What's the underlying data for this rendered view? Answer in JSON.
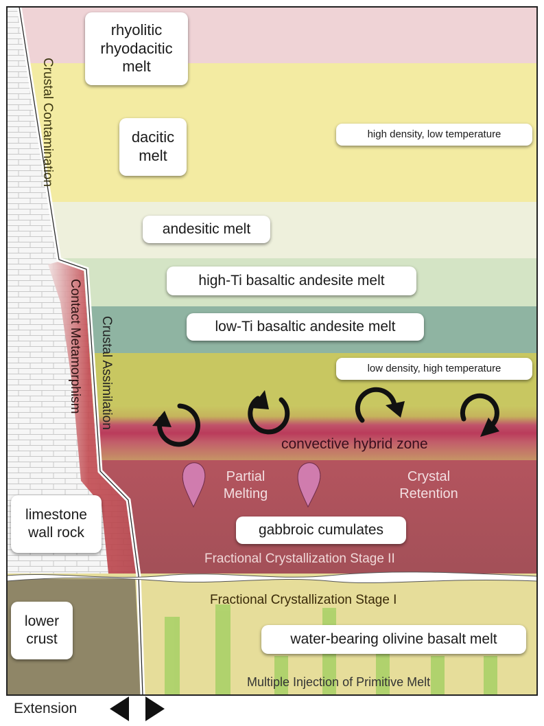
{
  "layers": {
    "rhyolitic": "rhyolitic\nrhyodacitic\nmelt",
    "dacitic": "dacitic\nmelt",
    "andesitic": "andesitic melt",
    "high_ti": "high-Ti basaltic andesite melt",
    "low_ti": "low-Ti basaltic andesite melt",
    "gabbroic": "gabbroic cumulates",
    "olivine": "water-bearing olivine basalt melt"
  },
  "properties": {
    "top": "high density, low temperature",
    "bottom": "low density, high temperature"
  },
  "processes": {
    "crustal_contamination": "Crustal Contamination",
    "contact_metamorphism": "Contact Metamorphism",
    "crustal_assimilation": "Crustal Assimilation",
    "convective_hybrid_zone": "convective hybrid zone",
    "partial_melting": "Partial\nMelting",
    "crystal_retention": "Crystal\nRetention",
    "fc_stage_2": "Fractional Crystallization Stage II",
    "fc_stage_1": "Fractional Crystallization Stage I",
    "multiple_injection": "Multiple Injection of Primitive Melt"
  },
  "rocks": {
    "limestone": "limestone\nwall rock",
    "lower_crust": "lower\ncrust"
  },
  "footer": {
    "extension": "Extension"
  },
  "colors": {
    "rhyolitic_band": "#efd3d6",
    "dacitic_band": "#f3eba2",
    "andesitic_band": "#eef0dc",
    "high_ti_band": "#d4e4c5",
    "low_ti_band": "#8fb4a2",
    "hybrid_band": "#c8c761",
    "hybrid_zone": "#b8385a",
    "cumulate_band": "#a9535b",
    "olivine_band": "#e6dd9a",
    "lower_crust": "#8f8667",
    "contact_aureole": "#b8424a"
  }
}
